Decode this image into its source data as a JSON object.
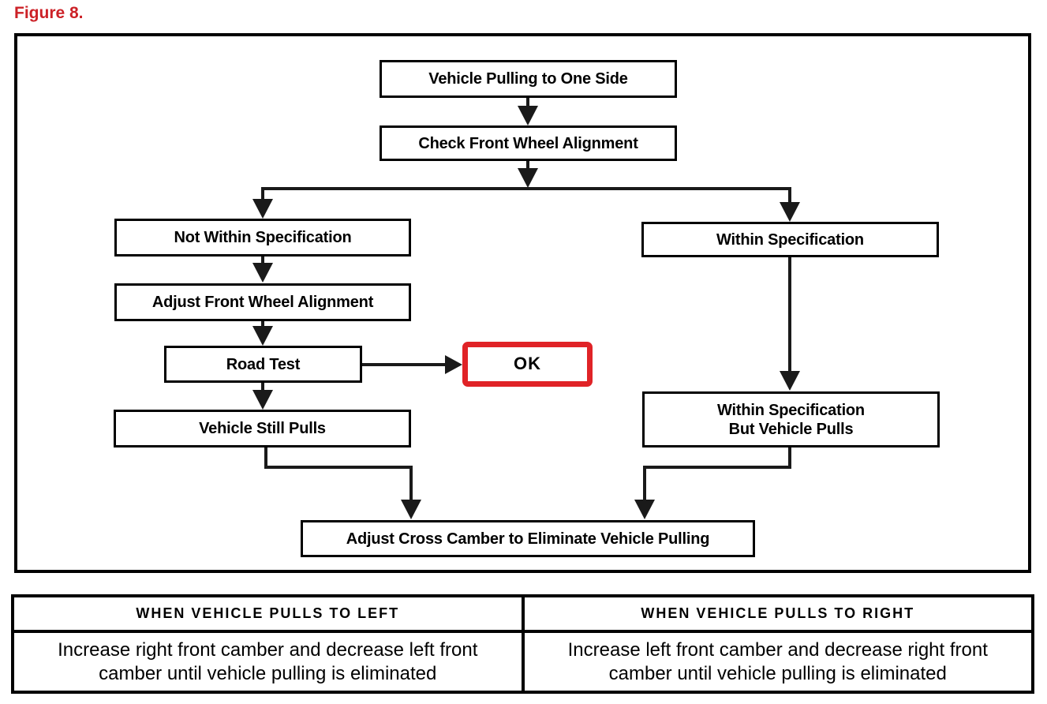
{
  "figure": {
    "caption": "Figure 8.",
    "caption_color": "#cc2127"
  },
  "flowchart": {
    "nodes": {
      "pulling": "Vehicle Pulling to One Side",
      "check": "Check Front Wheel Alignment",
      "not_within_spec": "Not Within Specification",
      "adjust_alignment": "Adjust Front Wheel Alignment",
      "road_test": "Road Test",
      "ok": "OK",
      "still_pulls": "Vehicle Still Pulls",
      "within_spec": "Within Specification",
      "within_spec_but_pulls": "Within Specification\nBut Vehicle Pulls",
      "adjust_cross_camber": "Adjust Cross Camber to Eliminate Vehicle Pulling"
    },
    "colors": {
      "ok_border": "#e02327",
      "line": "#1a1a1a"
    }
  },
  "table": {
    "columns": [
      {
        "header": "WHEN VEHICLE PULLS TO LEFT",
        "body": "Increase right front camber and decrease left front camber until vehicle pulling is eliminated"
      },
      {
        "header": "WHEN VEHICLE PULLS TO RIGHT",
        "body": "Increase left front camber and decrease right front camber until vehicle pulling is eliminated"
      }
    ]
  }
}
